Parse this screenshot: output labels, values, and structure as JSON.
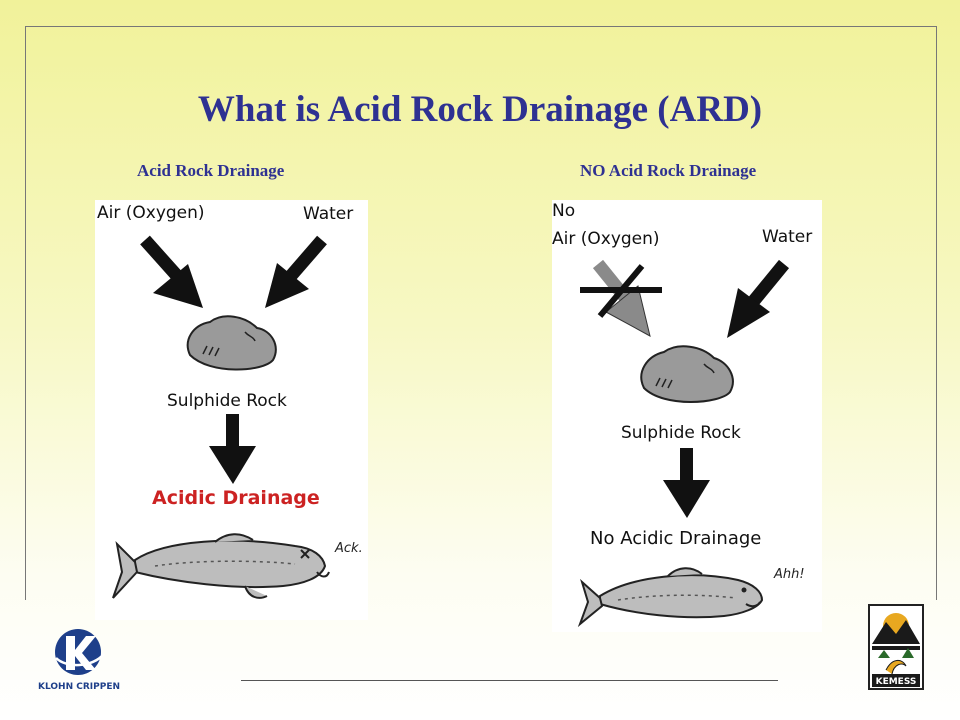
{
  "title": "What is Acid Rock Drainage (ARD)",
  "left": {
    "heading": "Acid Rock Drainage",
    "air_label": "Air (Oxygen)",
    "water_label": "Water",
    "rock_label": "Sulphide Rock",
    "result_label": "Acidic Drainage",
    "fish_caption": "Ack."
  },
  "right": {
    "heading": "NO Acid Rock Drainage",
    "no_label": "No",
    "air_label": "Air (Oxygen)",
    "water_label": "Water",
    "rock_label": "Sulphide Rock",
    "result_label": "No Acidic Drainage",
    "fish_caption": "Ahh!"
  },
  "logos": {
    "left": "KLOHN CRIPPEN",
    "right": "KEMESS"
  },
  "colors": {
    "title": "#2e3192",
    "acidic": "#cc2222",
    "arrow": "#111111",
    "blocked_arrow": "#8a8a8a",
    "rock": "#9a9a9a",
    "fish": "#bdbdbd"
  }
}
